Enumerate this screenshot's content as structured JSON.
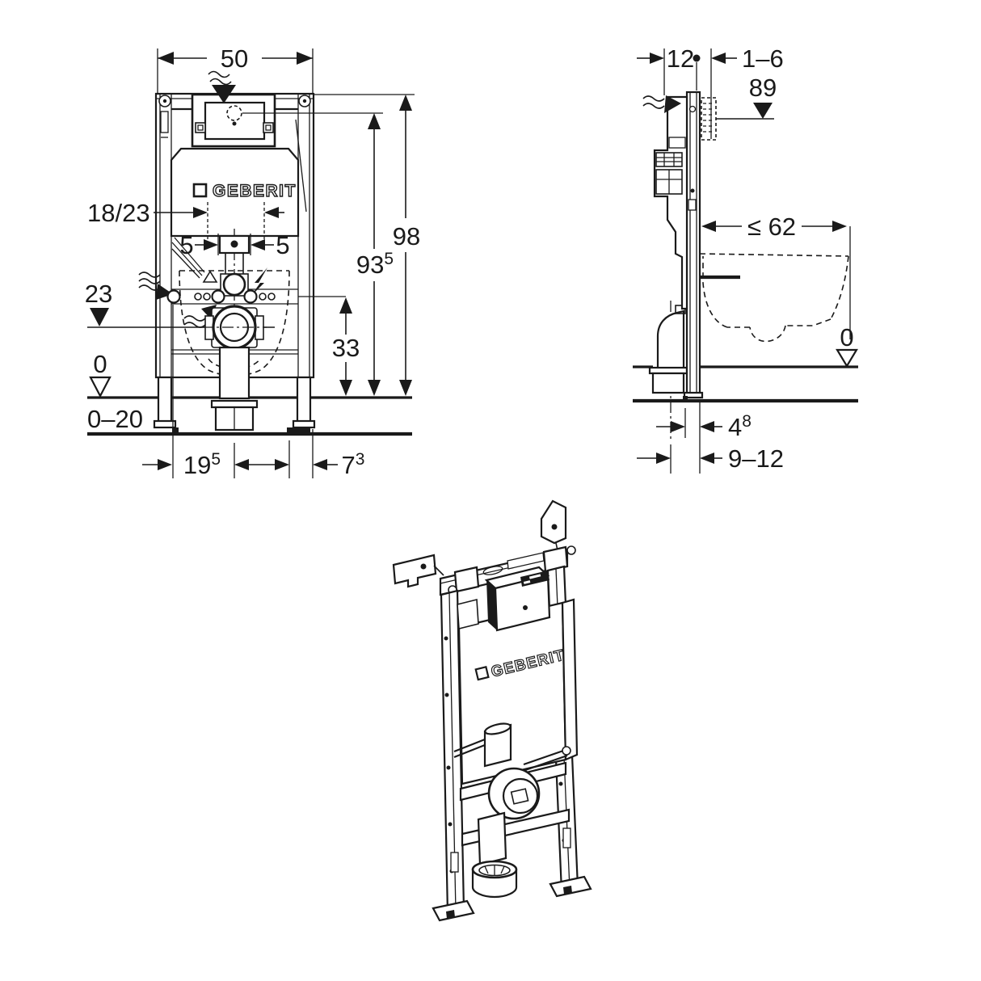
{
  "front": {
    "brand": "GEBERIT",
    "width": "50",
    "height_overall": "98",
    "height_top": "93",
    "height_top_sup": "5",
    "pipe_range": "18/23",
    "offset_left": "5",
    "offset_right": "5",
    "supply_height": "23",
    "level_zero": "0",
    "floor_buildup": "0–20",
    "outlet_height": "33",
    "dim_bottom_left": "19",
    "dim_bottom_left_sup": "5",
    "dim_bottom_right": "7",
    "dim_bottom_right_sup": "3"
  },
  "side": {
    "depth": "12",
    "wall_gap": "1–6",
    "plate_height": "89",
    "pan_depth_max": "≤ 62",
    "level_zero": "0",
    "foot_depth": "4",
    "foot_depth_sup": "8",
    "wall_range": "9–12"
  },
  "iso": {
    "brand": "GEBERIT"
  }
}
